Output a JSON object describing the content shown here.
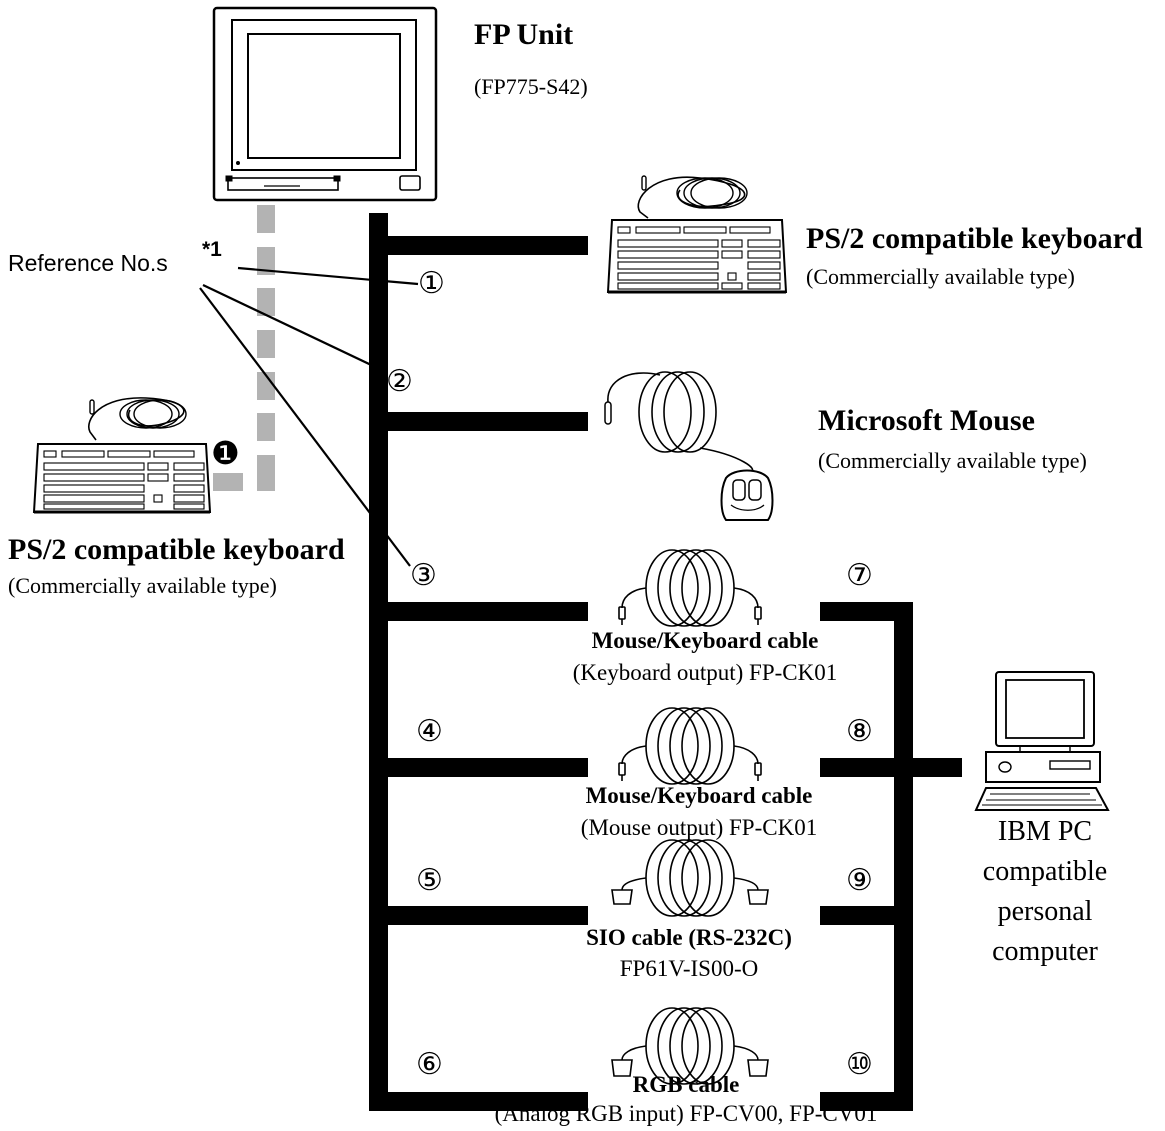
{
  "fp_unit": {
    "title": "FP Unit",
    "model": "(FP775-S42)"
  },
  "reference": {
    "label": "Reference No.s",
    "note": "*1"
  },
  "keyboard_right": {
    "title": "PS/2 compatible keyboard",
    "subtitle": "(Commercially available type)"
  },
  "mouse": {
    "title": "Microsoft Mouse",
    "subtitle": "(Commercially available type)"
  },
  "keyboard_left": {
    "title": "PS/2 compatible keyboard",
    "subtitle": "(Commercially available type)",
    "ref": "❶"
  },
  "cables": [
    {
      "title": "Mouse/Keyboard cable",
      "subtitle": "(Keyboard output) FP-CK01"
    },
    {
      "title": "Mouse/Keyboard cable",
      "subtitle": "(Mouse output) FP-CK01"
    },
    {
      "title": "SIO cable (RS-232C)",
      "subtitle": "FP61V-IS00-O"
    },
    {
      "title": "RGB cable",
      "subtitle": "(Analog RGB input) FP-CV00, FP-CV01"
    }
  ],
  "ref_numbers": [
    "①",
    "②",
    "③",
    "④",
    "⑤",
    "⑥",
    "⑦",
    "⑧",
    "⑨",
    "⑩"
  ],
  "pc": {
    "lines": [
      "IBM PC",
      "compatible",
      "personal",
      "computer"
    ]
  },
  "colors": {
    "line": "#000000",
    "dashed_connector": "#b3b3b3",
    "background": "#ffffff"
  }
}
